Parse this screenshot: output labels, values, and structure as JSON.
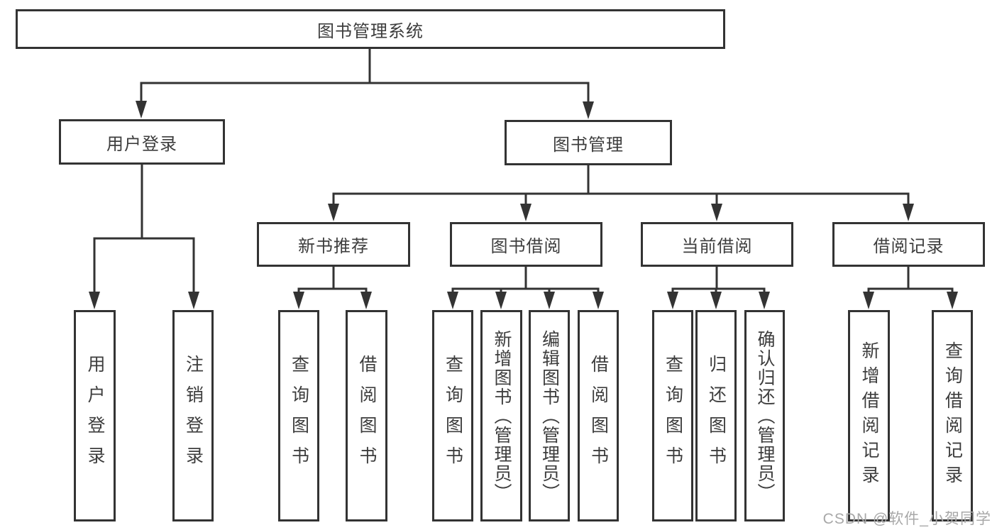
{
  "diagram": {
    "title": "图书管理系统",
    "root": {
      "label": "图书管理系统"
    },
    "level1": [
      {
        "label": "用户登录"
      },
      {
        "label": "图书管理"
      }
    ],
    "level2": [
      {
        "label": "新书推荐"
      },
      {
        "label": "图书借阅"
      },
      {
        "label": "当前借阅"
      },
      {
        "label": "借阅记录"
      }
    ],
    "leaves": [
      {
        "label": "用户登录"
      },
      {
        "label": "注销登录"
      },
      {
        "label": "查询图书"
      },
      {
        "label": "借阅图书"
      },
      {
        "label": "查询图书"
      },
      {
        "label": "新增图书（管理员）"
      },
      {
        "label": "编辑图书（管理员）"
      },
      {
        "label": "借阅图书"
      },
      {
        "label": "查询图书"
      },
      {
        "label": "归还图书"
      },
      {
        "label": "确认归还（管理员）"
      },
      {
        "label": "新增借阅记录"
      },
      {
        "label": "查询借阅记录"
      }
    ],
    "colors": {
      "line": "#333333",
      "text": "#3d3d3d",
      "watermark": "#a8a8a8"
    },
    "watermark": "CSDN @软件_小贺同学"
  }
}
